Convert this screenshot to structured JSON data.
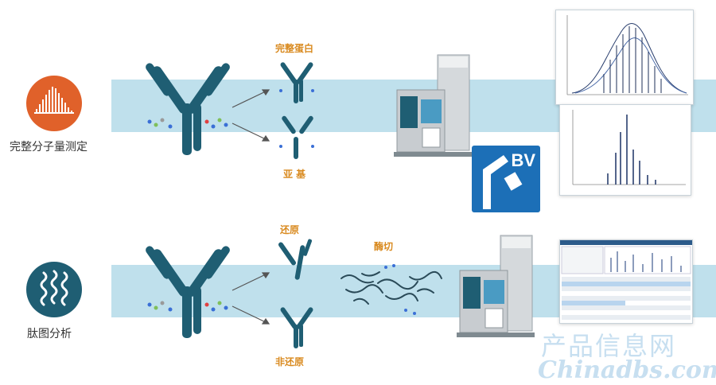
{
  "rows": [
    {
      "title": "完整分子量测定",
      "split_top_label": "完整蛋白",
      "split_bottom_label": "亚 基"
    },
    {
      "title": "肽图分析",
      "split_top_label": "还原",
      "split_bottom_label": "非还原",
      "digest_label": "酶切"
    }
  ],
  "logo": {
    "text": "BV"
  },
  "watermark": {
    "line1": "产品信息网",
    "line2": "Chinadbs.com"
  },
  "colors": {
    "antibody": "#1f5e73",
    "band": "#bfe0ec",
    "accent_orange": "#e0612a",
    "label_orange": "#d98a1f",
    "logo_blue": "#1c6fb7"
  }
}
